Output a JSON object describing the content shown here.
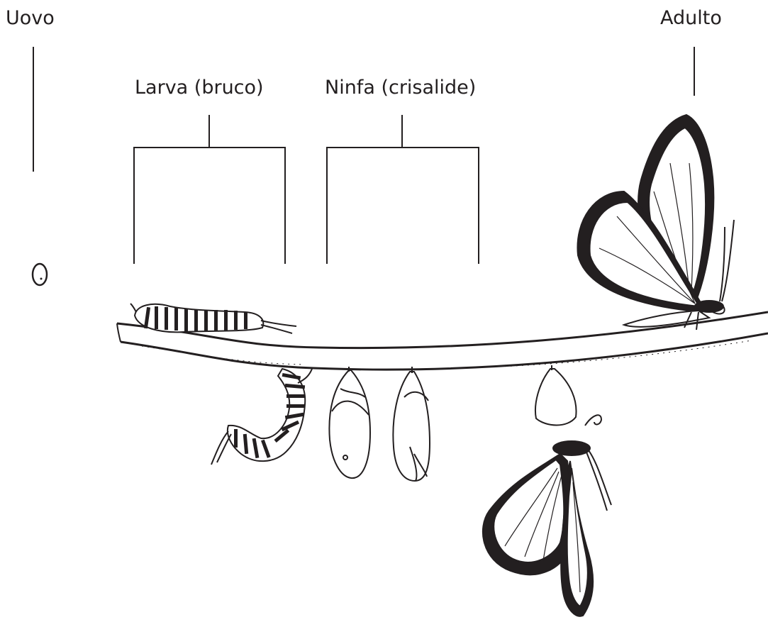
{
  "diagram": {
    "stages": {
      "egg": {
        "label": "Uovo"
      },
      "larva": {
        "label": "Larva (bruco)"
      },
      "pupa": {
        "label": "Ninfa (crisalide)"
      },
      "adult": {
        "label": "Adulto"
      }
    },
    "colors": {
      "ink": "#231f20",
      "background": "#ffffff",
      "wing_fill": "#ffffff"
    }
  }
}
